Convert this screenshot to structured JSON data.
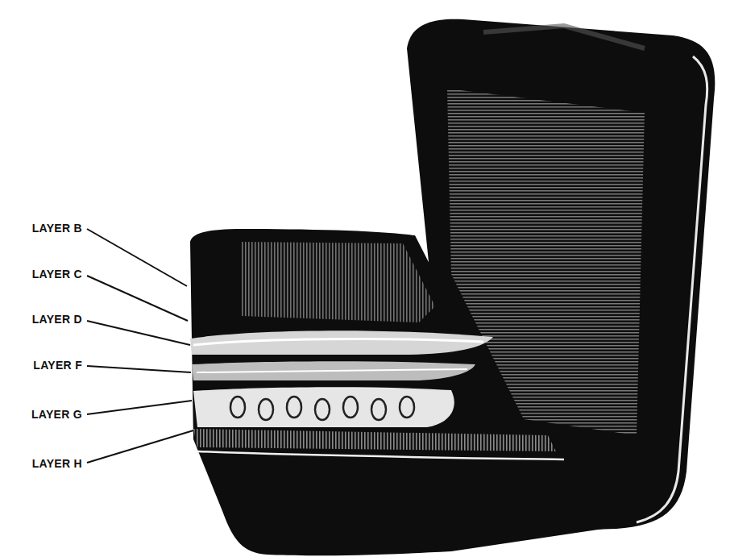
{
  "diagram": {
    "labels": [
      "LAYER B",
      "LAYER C",
      "LAYER D",
      "LAYER F",
      "LAYER G",
      "LAYER H"
    ]
  }
}
